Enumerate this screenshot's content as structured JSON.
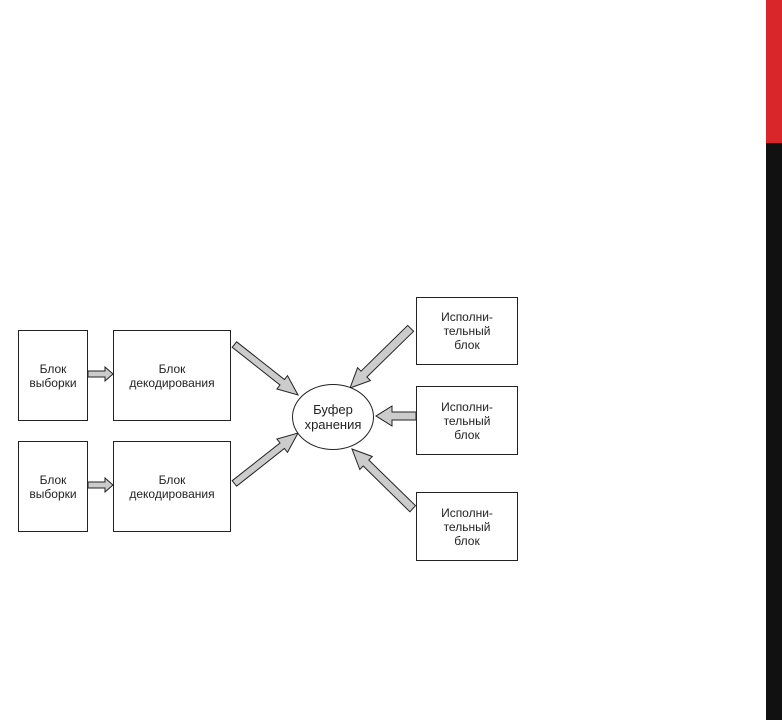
{
  "colors": {
    "accent_red": "#d9262a",
    "side_bar": "#111111",
    "arrow_fill": "#cccccc",
    "stroke": "#222222"
  },
  "diagram": {
    "fetch_1": "Блок\nвыборки",
    "fetch_2": "Блок\nвыборки",
    "decode_1": "Блок\nдекодирования",
    "decode_2": "Блок\nдекодирования",
    "buffer": "Буфер\nхранения",
    "exec_1": "Исполни-\nтельный\nблок",
    "exec_2": "Исполни-\nтельный\nблок",
    "exec_3": "Исполни-\nтельный\nблок"
  }
}
